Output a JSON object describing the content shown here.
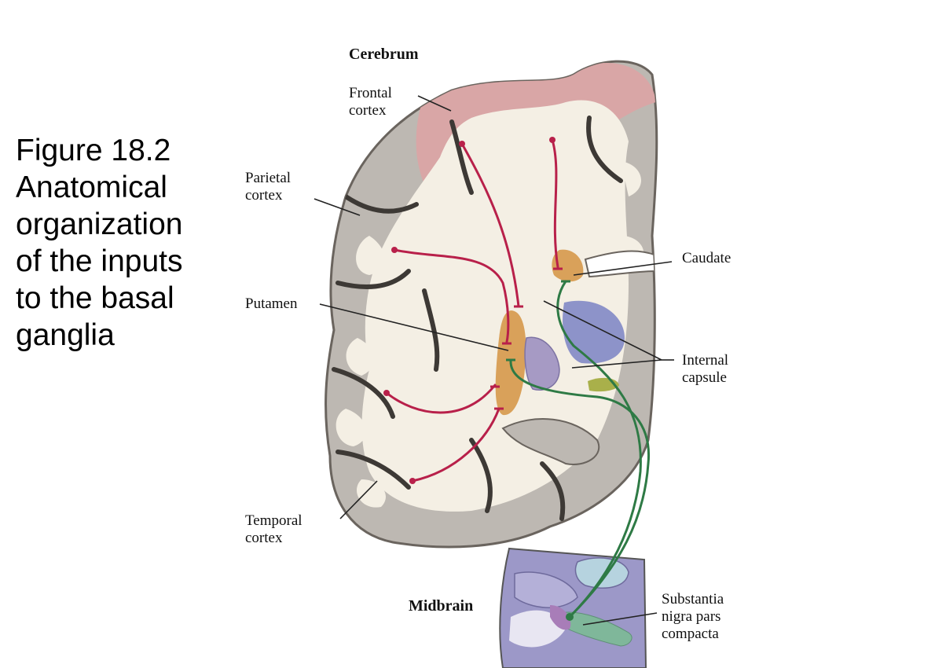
{
  "caption": "Figure 18.2\nAnatomical\norganization\nof the inputs\nto the basal\nganglia",
  "labels": {
    "cerebrum": "Cerebrum",
    "frontal": "Frontal\ncortex",
    "parietal": "Parietal\ncortex",
    "putamen": "Putamen",
    "caudate": "Caudate",
    "internal_capsule": "Internal\ncapsule",
    "temporal": "Temporal\ncortex",
    "midbrain": "Midbrain",
    "substantia": "Substantia\nnigra pars\ncompacta"
  },
  "colors": {
    "cortex_gray": "#bdb8b2",
    "white_matter": "#f4efe4",
    "frontal_tint": "#d9a6a6",
    "striatum_orange": "#d9a15a",
    "pallidum_purple": "#a69ac4",
    "thalamus_blue": "#8d93c9",
    "cortical_pathway": "#b8204a",
    "nigral_pathway": "#2e7a45",
    "midbrain_purple": "#9c98c8"
  }
}
